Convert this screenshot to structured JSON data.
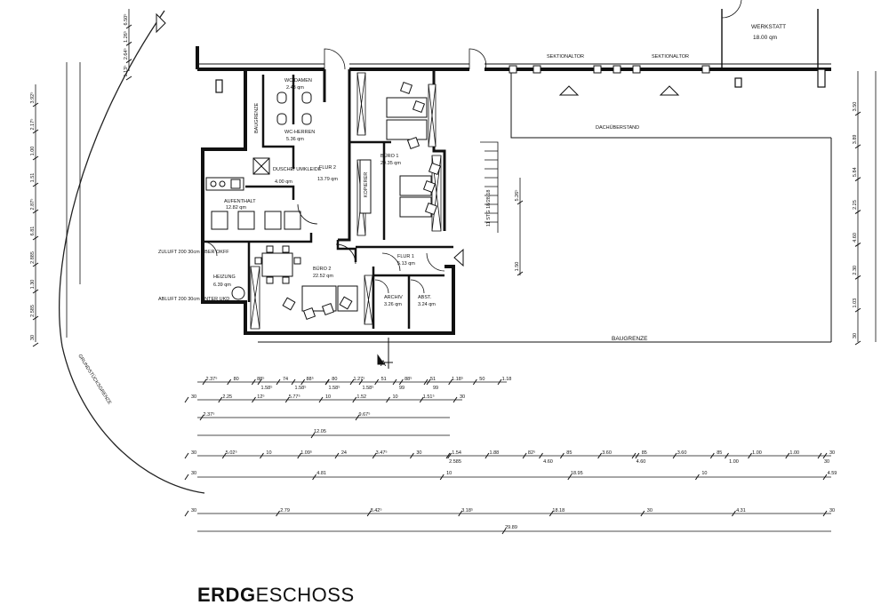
{
  "title": {
    "bold": "ERDG",
    "rest": "ESCHOSS"
  },
  "rooms": [
    {
      "name": "WC-DAMEN",
      "area": "2.48 qm"
    },
    {
      "name": "WC-HERREN",
      "area": "5.36 qm"
    },
    {
      "name": "DUSCHE/ UMKLEIDE",
      "area": "4.00 qm"
    },
    {
      "name": "FLUR 2",
      "area": "13.79 qm"
    },
    {
      "name": "AUFENTHALT",
      "area": "12.82 qm"
    },
    {
      "name": "HEIZUNG",
      "area": "6.39 qm"
    },
    {
      "name": "BÜRO 2",
      "area": "22.52 qm"
    },
    {
      "name": "BÜRO 1",
      "area": "29.35 qm"
    },
    {
      "name": "FLUR 1",
      "area": "5.13 qm"
    },
    {
      "name": "ARCHIV",
      "area": "3.26 qm"
    },
    {
      "name": "ABST.",
      "area": "3.24 qm"
    },
    {
      "name": "WERKSTATT",
      "area": "18.00 qm"
    }
  ],
  "labels": {
    "kopierer": "KOPIERER",
    "baugrenze_top": "BAUGRENZE",
    "baugrenze_bottom": "BAUGRENZE",
    "sektionaltor_1": "SEKTIONALTOR",
    "sektionaltor_2": "SEKTIONALTOR",
    "dachueberstand": "DACHÜBERSTAND",
    "grundstuecksgrenze": "GRUNDSTÜCKSGRENZE",
    "stair": "11 STG 18/28,18",
    "zuluft": "ZULUFT 200 30cm ÜBER OKFF",
    "abluft": "ABLUFT 200 30cm UNTER UKD",
    "section_marker": "A"
  },
  "dimensions": {
    "row1": [
      "2.37⁵",
      "80",
      "88⁵",
      "74",
      "88⁵",
      "80",
      "1.27⁵",
      "51",
      "88⁵",
      "51",
      "1.18⁵",
      "50",
      "1.18"
    ],
    "row1_sub": [
      "1.58⁵",
      "1.58⁵",
      "1.58⁵",
      "1.58⁵",
      "99",
      "99"
    ],
    "row2": [
      "30",
      "2.25",
      "12⁵",
      "5.77⁵",
      "10",
      "1.52",
      "10",
      "1.51⁵",
      "30"
    ],
    "row3": [
      "2.37⁵",
      "9.67⁵"
    ],
    "row4": [
      "12.05"
    ],
    "row5": [
      "30",
      "5.02⁵",
      "10",
      "1.09⁵",
      "24",
      "3.47⁵",
      "30",
      "1.54",
      "1.88",
      "82⁵",
      "85",
      "3.60",
      "85",
      "3.60",
      "85",
      "1.00",
      "1.00",
      "30"
    ],
    "row5_sub": [
      "2.585",
      "4.60",
      "4.60",
      "1.00",
      "30"
    ],
    "row6": [
      "30",
      "4.81",
      "10",
      "18.95",
      "10",
      "4.59"
    ],
    "row7": [
      "30",
      "2.79",
      "8.42⁵",
      "3.18⁵",
      "18.18",
      "30",
      "4.31",
      "30"
    ],
    "row8": [
      "29.89"
    ],
    "left_col": [
      "3.92⁵",
      "2.17⁵",
      "1.00",
      "1.51",
      "2.87⁵",
      "6.81",
      "2.885",
      "1.30",
      "2.585",
      "30"
    ],
    "right_col": [
      "3.50",
      "3.89",
      "5.84",
      "2.25",
      "4.60",
      "2.30",
      "1.03",
      "30"
    ],
    "right_fb": [
      "5.26⁵",
      "1.50"
    ],
    "top_small": [
      "6.50⁵",
      "1.26⁵",
      "2.64⁵",
      "1.13⁵"
    ]
  }
}
